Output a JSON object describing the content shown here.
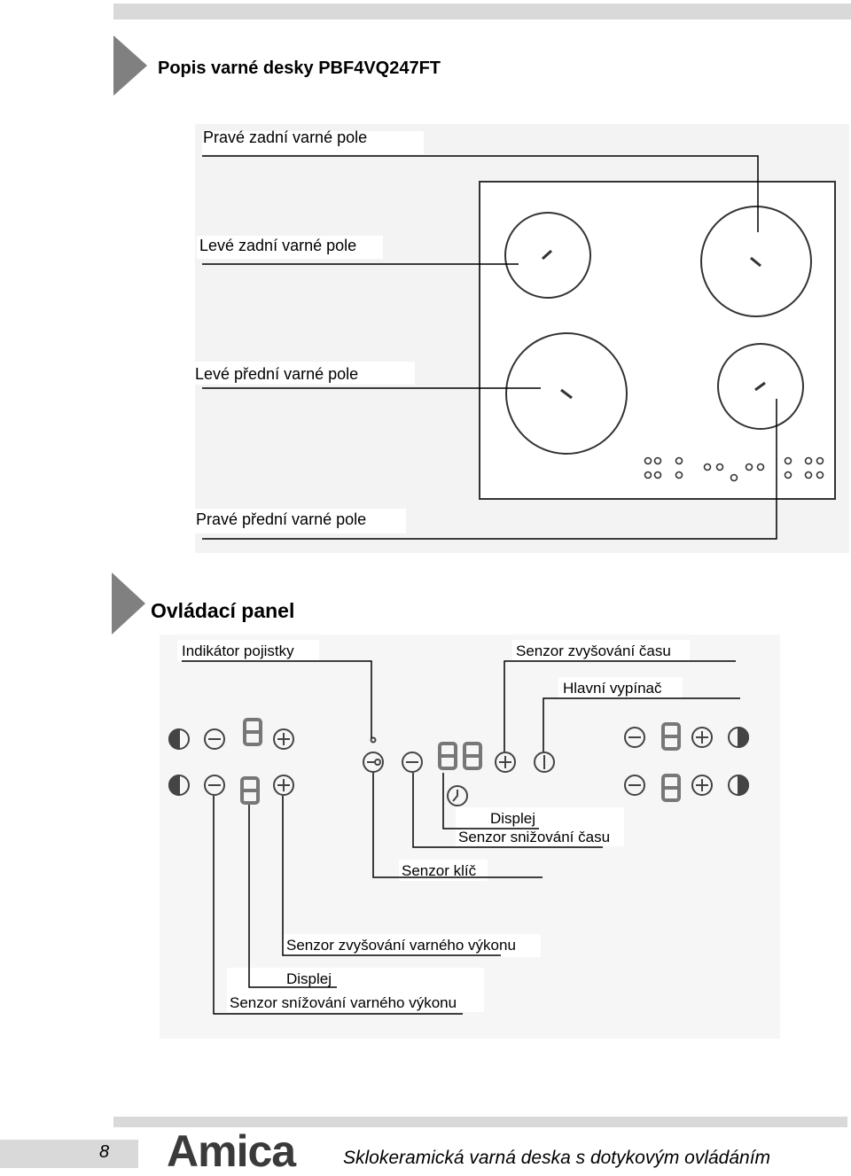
{
  "section1": {
    "title": "Popis varné desky PBF4VQ247FT",
    "labels": {
      "right_rear": "Pravé zadní varné pole",
      "left_rear": "Levé zadní varné pole",
      "left_front": "Levé přední varné pole",
      "right_front": "Pravé přední varné pole"
    }
  },
  "section2": {
    "title": "Ovládací panel",
    "labels": {
      "fuse_indicator": "Indikátor pojistky",
      "time_increase": "Senzor zvyšování času",
      "main_switch": "Hlavní vypínač",
      "display_timer": "Displej",
      "time_decrease": "Senzor snižování času",
      "key_sensor": "Senzor klíč",
      "power_increase": "Senzor zvyšování varného výkonu",
      "display_power": "Displej",
      "power_decrease": "Senzor snížování varného výkonu"
    }
  },
  "footer": {
    "page_number": "8",
    "logo": "Amica",
    "text": "Sklokeramická varná deska s dotykovým ovládáním"
  }
}
